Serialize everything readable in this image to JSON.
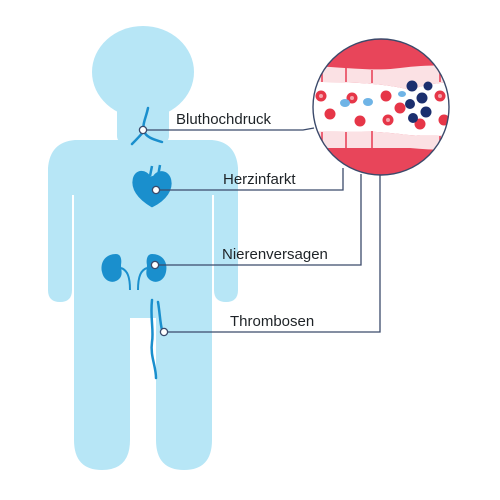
{
  "labels": {
    "blood_pressure": "Bluthochdruck",
    "heart_attack": "Herzinfarkt",
    "kidney_failure": "Nierenversagen",
    "thrombosis": "Thrombosen"
  },
  "colors": {
    "body": "#b7e6f6",
    "organ": "#1a8fcd",
    "line": "#3b4a6b",
    "vessel": "#e8455a",
    "red_cell": "#e63648",
    "clot": "#1b2f6e",
    "platelet": "#6fb4e6"
  }
}
